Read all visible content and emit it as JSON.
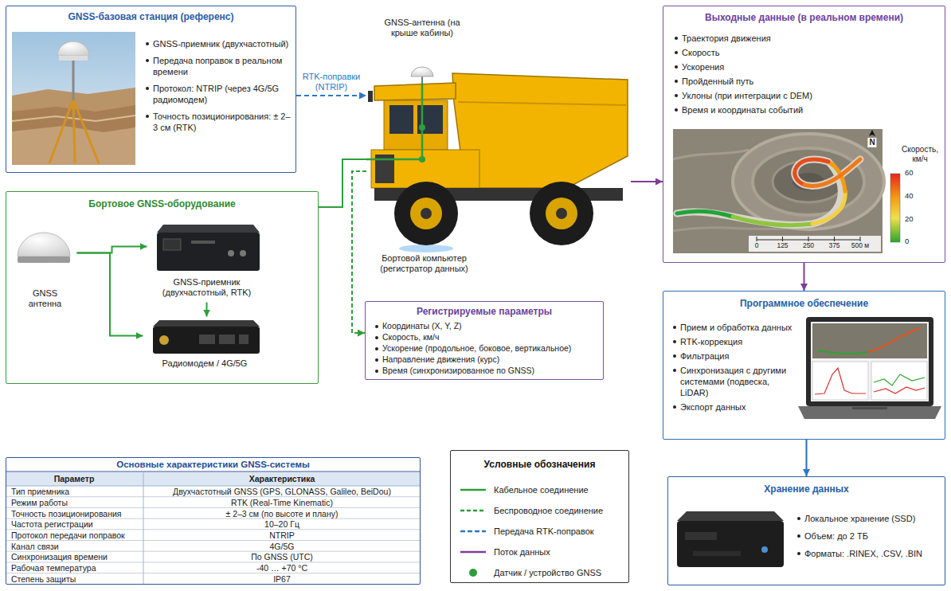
{
  "diagram": {
    "nodes": [
      {
        "text": [
          "GNSS-базовая станция (референс)",
          "GNSS-приемник (двухчастотный)",
          "Передача поправок в реальном времени",
          "Протокол: NTRIP (через 4G/5G радиомодем)",
          "Точность позиционирования: ± 2–3 см (RTK)"
        ]
      },
      {
        "text": [
          "Бортовое GNSS-оборудование"
        ]
      },
      {
        "text": [
          "GNSS антенна"
        ],
        "in": 1
      },
      {
        "text": [
          "GNSS-приемник (двухчастотный, RTK)"
        ],
        "in": 1
      },
      {
        "text": [
          "Радиомодем / 4G/5G"
        ],
        "in": 1
      },
      {
        "text": [
          "GNSS-антенна (на крыше кабины)",
          "Бортовой компьютер (регистратор данных)"
        ]
      },
      {
        "text": [
          "Регистрируемые параметры",
          "Координаты (X, Y, Z)",
          "Скорость, км/ч",
          "Ускорение (продольное, боковое, вертикальное)",
          "Направление движения (курс)",
          "Время (синхронизированное по GNSS)"
        ]
      },
      {
        "text": [
          "Выходные данные (в реальном времени)",
          "Траектория движения",
          "Скорость",
          "Ускорения",
          "Пройденный путь",
          "Уклоны (при интеграции с DEM)",
          "Время и координаты событий"
        ]
      },
      {
        "text": [
          "Программное обеспечение",
          "Прием и обработка данных",
          "RTK-коррекция",
          "Фильтрация",
          "Синхронизация с другими системами (подвеска, LiDAR)",
          "Экспорт данных"
        ]
      },
      {
        "text": [
          "Хранение данных",
          "Локальное хранение (SSD)",
          "Объем: до 2 ТБ",
          "Форматы: .RINEX, .CSV, .BIN"
        ]
      },
      {
        "text": [
          "Основные характеристики GNSS-системы"
        ]
      },
      {
        "text": [
          "Условные обозначения"
        ]
      }
    ],
    "edges": [
      {
        "from": 0,
        "to": 5,
        "label": "RTK-поправки (NTRIP)",
        "arrow": "to"
      },
      {
        "from": 2,
        "to": 3,
        "arrow": "to"
      },
      {
        "from": 2,
        "to": 4,
        "arrow": "to"
      },
      {
        "from": 3,
        "to": 4,
        "arrow": "to"
      },
      {
        "from": 1,
        "to": 5,
        "arrow": "none"
      },
      {
        "from": 5,
        "to": 6,
        "arrow": "to"
      },
      {
        "from": 5,
        "to": 7,
        "arrow": "to"
      },
      {
        "from": 7,
        "to": 8,
        "arrow": "to"
      },
      {
        "from": 8,
        "to": 9,
        "arrow": "to"
      }
    ],
    "labels": [
      "N",
      "Скорость, км/ч",
      "60",
      "40",
      "20",
      "0",
      "0",
      "125",
      "250",
      "375",
      "500 м",
      "Параметр",
      "Характеристика",
      "Тип приемника",
      "Двухчастотный GNSS (GPS, GLONASS, Galileo, BeiDou)",
      "Режим работы",
      "RTK (Real-Time Kinematic)",
      "Точность позиционирования",
      "± 2–3 см (по высоте и плану)",
      "Частота регистрации",
      "10–20 Гц",
      "Протокол передачи поправок",
      "NTRIP",
      "Канал связи",
      "4G/5G",
      "Синхронизация времени",
      "По GNSS (UTC)",
      "Рабочая температура",
      "-40 … +70 °C",
      "Степень защиты",
      "IP67"
    ],
    "legend": [
      {
        "text": "Кабельное соединение"
      },
      {
        "text": "Беспроводное соединение"
      },
      {
        "text": "Передача RTK-поправок"
      },
      {
        "text": "Поток данных"
      },
      {
        "text": "Датчик / устройство GNSS"
      }
    ]
  }
}
